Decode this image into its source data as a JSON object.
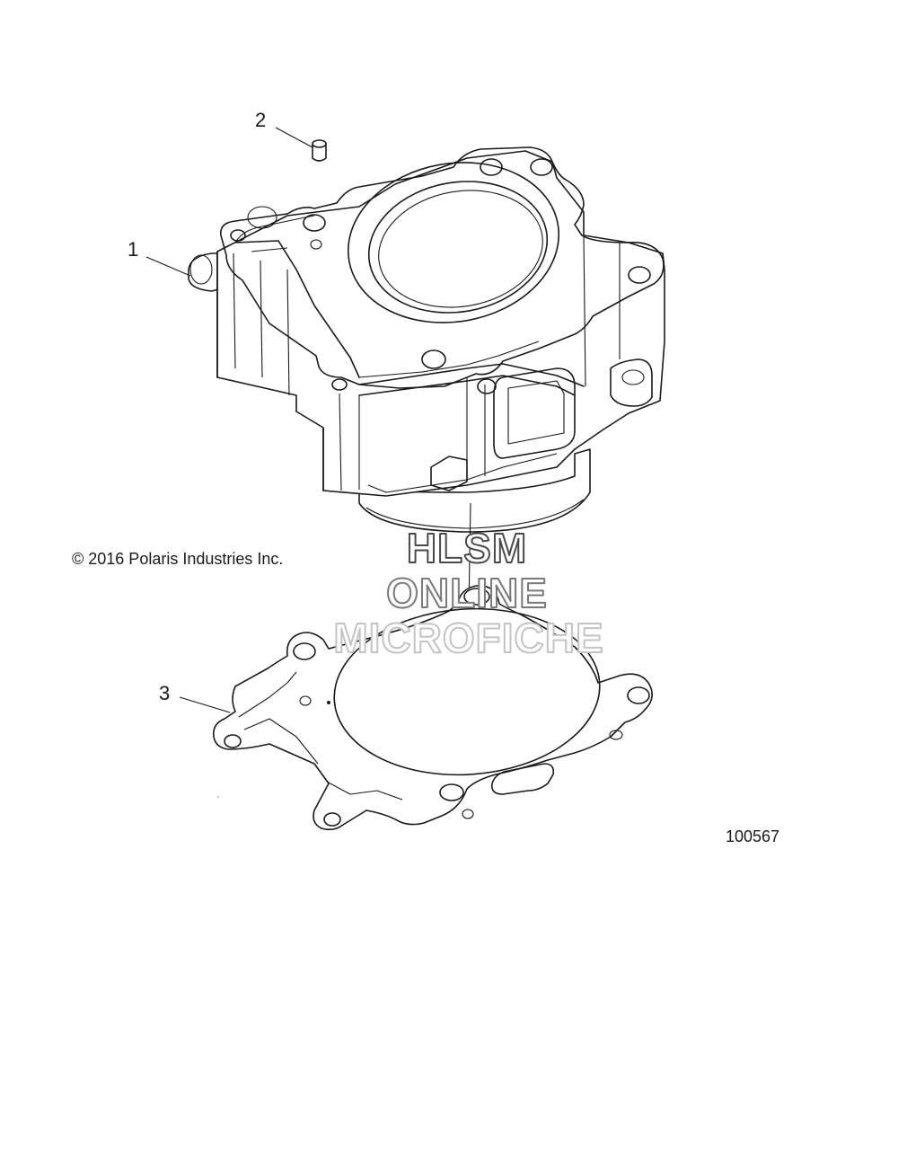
{
  "diagram": {
    "callouts": [
      {
        "label": "1"
      },
      {
        "label": "2"
      },
      {
        "label": "3"
      }
    ],
    "copyright": "© 2016 Polaris Industries Inc.",
    "figure_number": "100567",
    "watermark": {
      "line1": "HLSM",
      "line2": "ONLINE",
      "line3": "MICROFICHE"
    }
  }
}
